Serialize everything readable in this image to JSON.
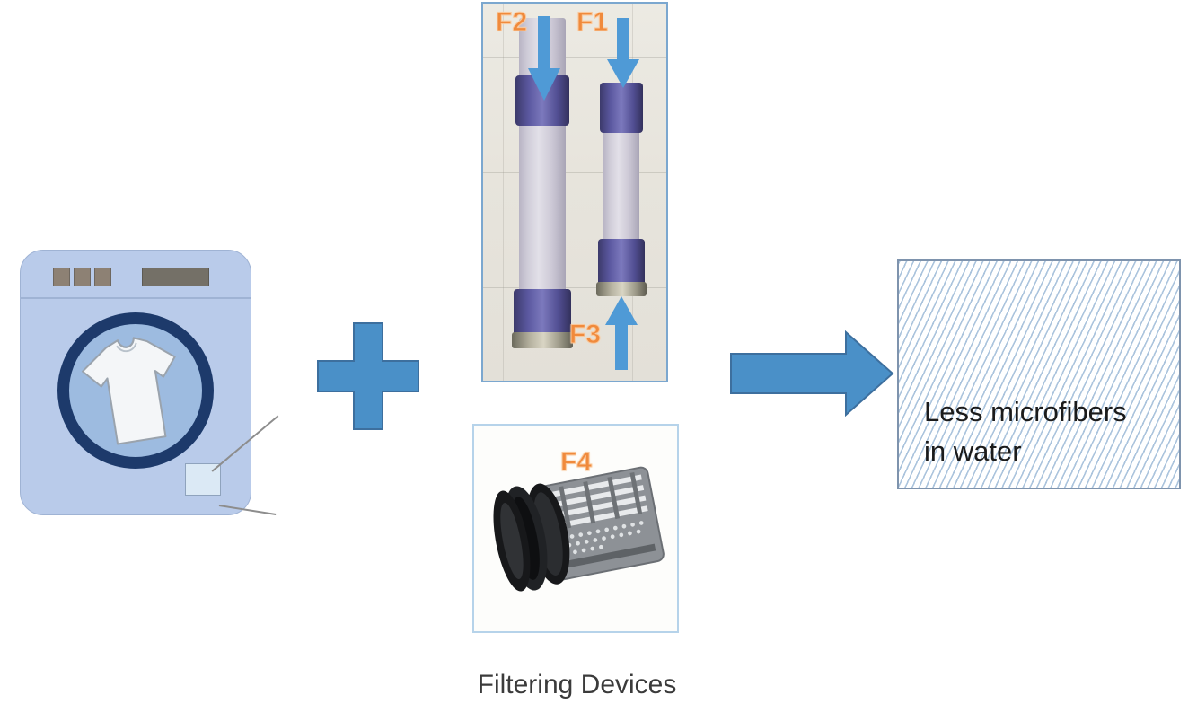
{
  "diagram": {
    "caption": "Filtering Devices",
    "result_line1": "Less microfibers",
    "result_line2": "in water",
    "plus_symbol": "+",
    "colors": {
      "accent_blue": "#4a90c8",
      "label_orange": "#F08A3C",
      "washer_body": "#b9cbea",
      "door_navy": "#1d3a6b",
      "hatch_blue": "#78a0c8",
      "panel_border": "#7ba7cf"
    }
  },
  "washing_machine": {
    "name": "washing machine",
    "buttons": [
      "",
      "",
      ""
    ],
    "display": "",
    "contents": "t-shirt"
  },
  "filtering_devices": {
    "photo_tubes": {
      "labels": [
        {
          "id": "F2",
          "text": "F2",
          "arrow": "down"
        },
        {
          "id": "F1",
          "text": "F1",
          "arrow": "down"
        },
        {
          "id": "F3",
          "text": "F3",
          "arrow": "up"
        }
      ]
    },
    "photo_cartridge": {
      "labels": [
        {
          "id": "F4",
          "text": "F4"
        }
      ]
    }
  },
  "flow": {
    "arrow_direction": "right"
  }
}
